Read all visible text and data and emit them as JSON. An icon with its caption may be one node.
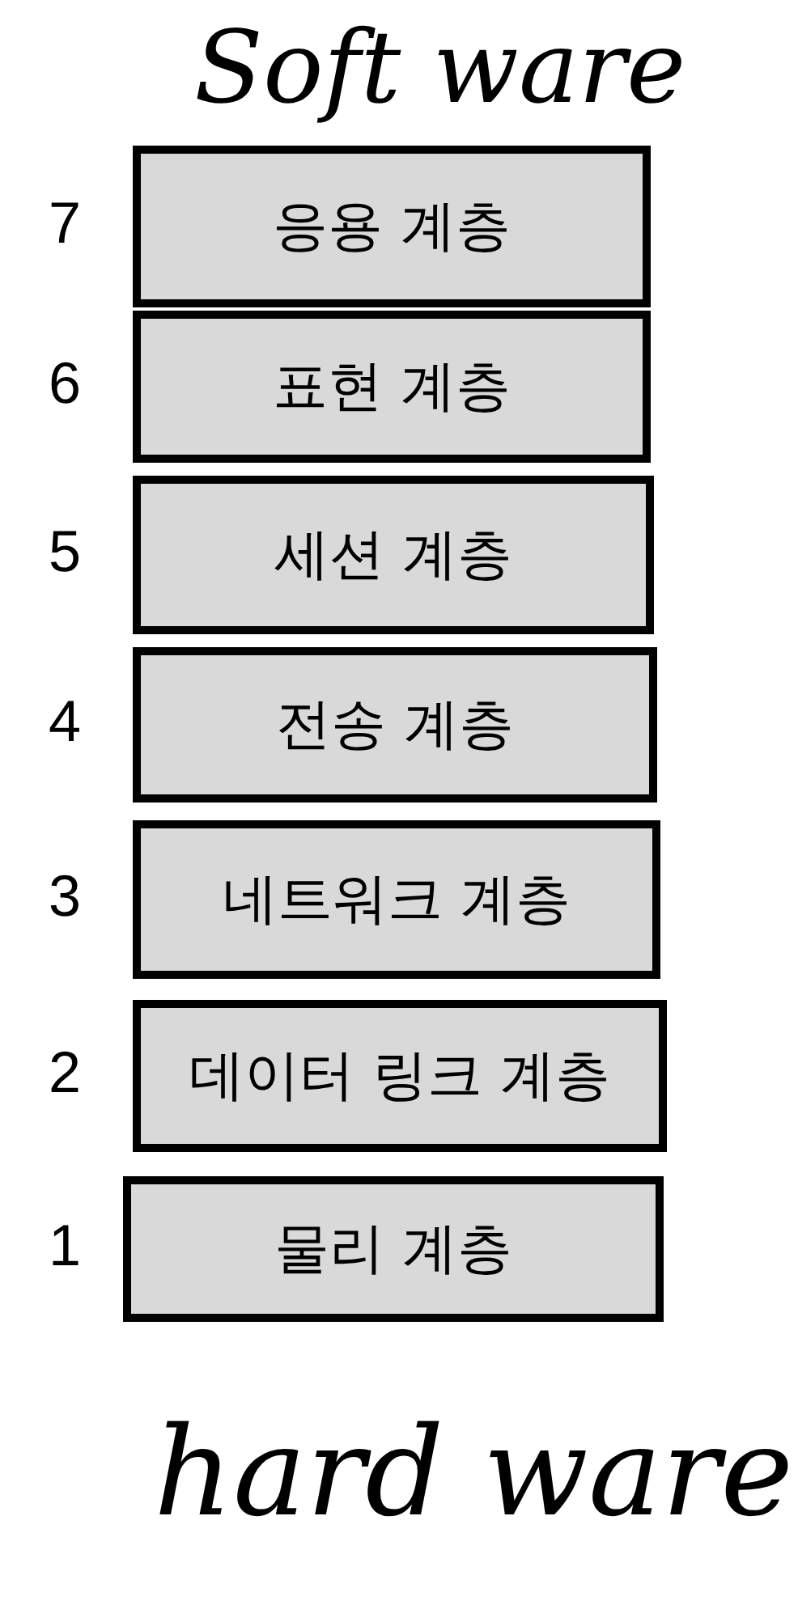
{
  "diagram": {
    "nodes": [
      {
        "text": [
          "응용 계층"
        ],
        "beside": [
          "7"
        ]
      },
      {
        "text": [
          "표현 계층"
        ],
        "beside": [
          "6"
        ]
      },
      {
        "text": [
          "세션 계층"
        ],
        "beside": [
          "5"
        ]
      },
      {
        "text": [
          "전송 계층"
        ],
        "beside": [
          "4"
        ]
      },
      {
        "text": [
          "네트워크 계층"
        ],
        "beside": [
          "3"
        ]
      },
      {
        "text": [
          "데이터 링크 계층"
        ],
        "beside": [
          "2"
        ]
      },
      {
        "text": [
          "물리 계층"
        ],
        "beside": [
          "1"
        ]
      }
    ],
    "labels": [
      "Soft ware",
      "hard ware"
    ]
  }
}
